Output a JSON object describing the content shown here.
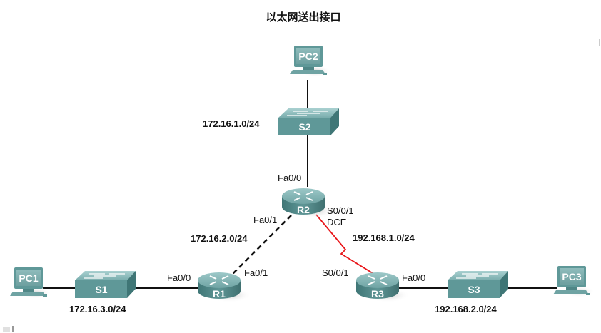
{
  "title": "以太网送出接口",
  "colors": {
    "device_teal": "#5f9898",
    "device_light": "#8cbcbc",
    "device_dark": "#3f7676",
    "serial_link": "#e8161a",
    "ethernet_link": "#111111"
  },
  "devices": {
    "pc1": {
      "label": "PC1",
      "icon": "pc-icon"
    },
    "pc2": {
      "label": "PC2",
      "icon": "pc-icon"
    },
    "pc3": {
      "label": "PC3",
      "icon": "pc-icon"
    },
    "s1": {
      "label": "S1",
      "icon": "switch-icon"
    },
    "s2": {
      "label": "S2",
      "icon": "switch-icon"
    },
    "s3": {
      "label": "S3",
      "icon": "switch-icon"
    },
    "r1": {
      "label": "R1",
      "icon": "router-icon"
    },
    "r2": {
      "label": "R2",
      "icon": "router-icon"
    },
    "r3": {
      "label": "R3",
      "icon": "router-icon"
    }
  },
  "networks": {
    "n1": "172.16.1.0/24",
    "n2": "172.16.2.0/24",
    "n3": "172.16.3.0/24",
    "n4": "192.168.1.0/24",
    "n5": "192.168.2.0/24"
  },
  "interfaces": {
    "r2_fa00": "Fa0/0",
    "r2_fa01": "Fa0/1",
    "r2_s001": "S0/0/1",
    "r2_dce": "DCE",
    "r1_fa00": "Fa0/0",
    "r1_fa01": "Fa0/1",
    "r3_s001": "S0/0/1",
    "r3_fa00": "Fa0/0"
  }
}
